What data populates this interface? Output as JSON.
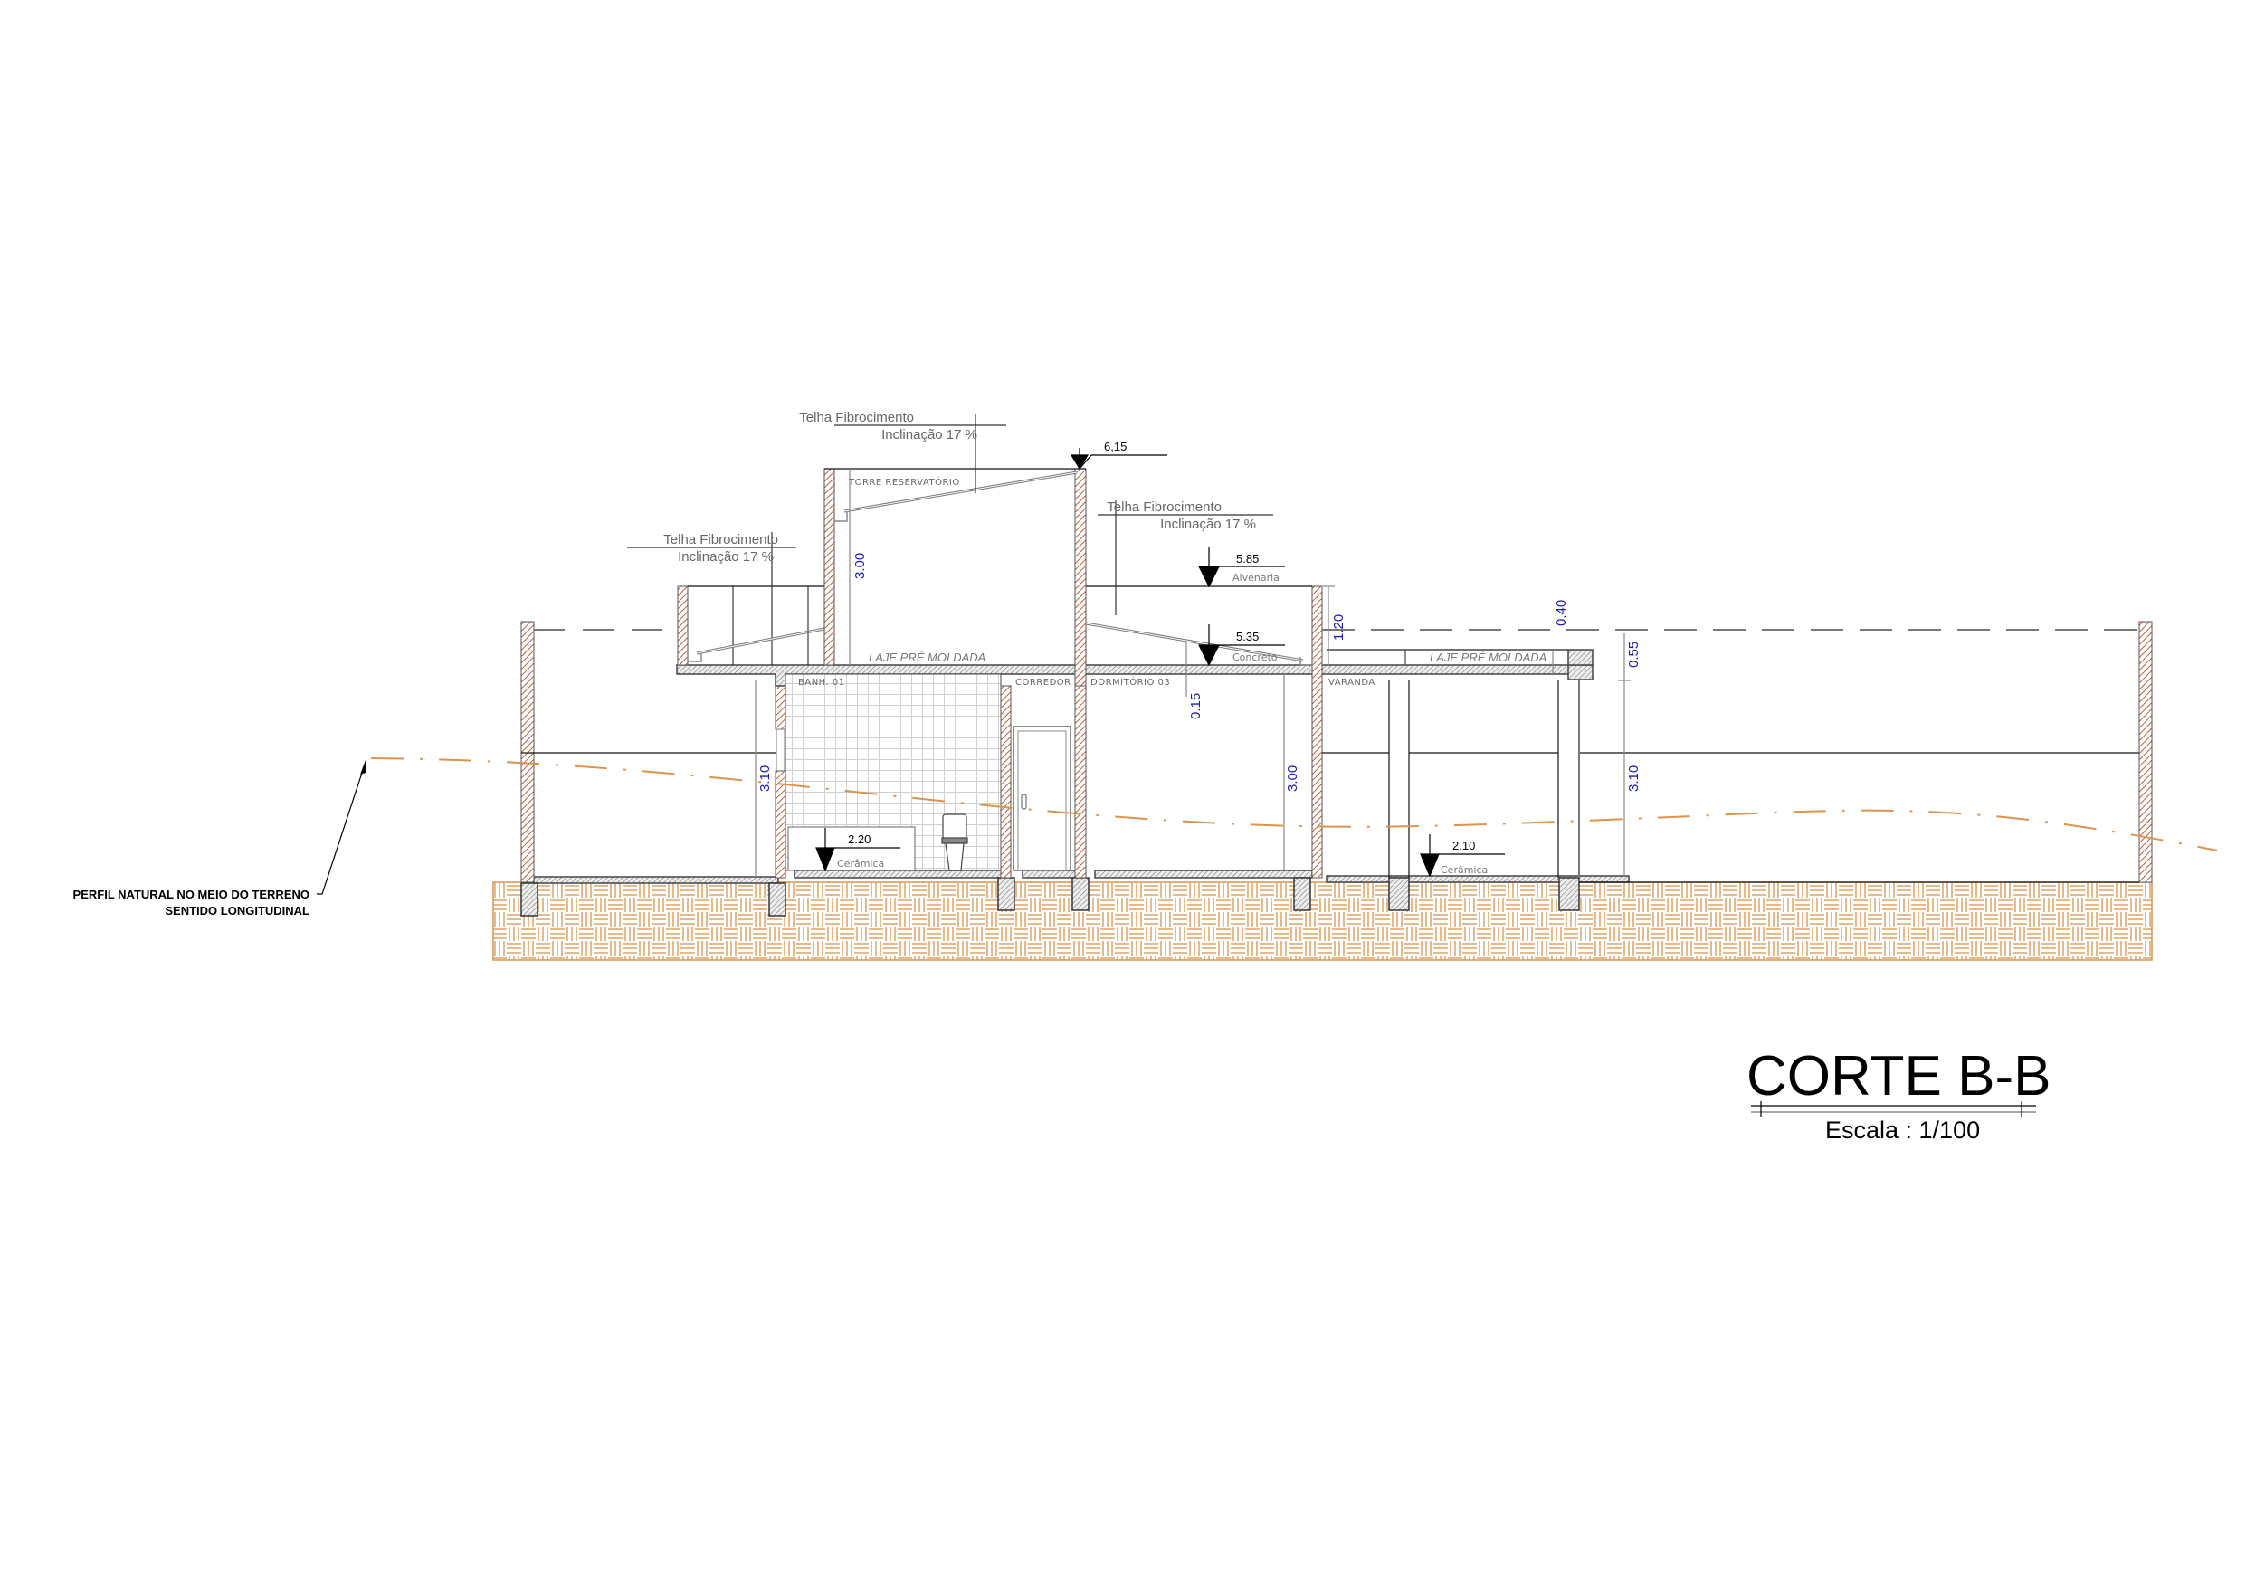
{
  "drawing": {
    "title": "CORTE B-B",
    "scale_label": "Escala : 1/100"
  },
  "roof_notes": [
    {
      "line1": "Telha Fibrocimento",
      "line2": "Inclinação 17 %"
    },
    {
      "line1": "Telha Fibrocimento",
      "line2": "Inclinação 17 %"
    },
    {
      "line1": "Telha Fibrocimento",
      "line2": "Inclinação 17 %"
    }
  ],
  "levels": [
    {
      "value": "6,15",
      "material": ""
    },
    {
      "value": "5.85",
      "material": "Alvenaria"
    },
    {
      "value": "5.35",
      "material": "Concreto"
    },
    {
      "value": "2.20",
      "material": "Cerâmica"
    },
    {
      "value": "2.10",
      "material": "Cerâmica"
    }
  ],
  "rooms": {
    "tower": "TORRE RESERVATÓRIO",
    "bath": "BANH. 01",
    "corridor": "CORREDOR",
    "bedroom": "DORMITÓRIO 03",
    "porch": "VARANDA"
  },
  "slab_labels": {
    "left": "LAJE PRÉ MOLDADA",
    "right": "LAJE PRÉ MOLDADA"
  },
  "dimensions": {
    "tower_height": "3.00",
    "left_room_height": "3.10",
    "bedroom_height": "3.00",
    "slab_offset": "0.15",
    "parapet": "1.20",
    "right_top": "0.40",
    "right_parapet": "0.55",
    "right_height": "3.10"
  },
  "terrain_note": {
    "line1": "PERFIL NATURAL NO MEIO DO TERRENO",
    "line2": "SENTIDO LONGITUDINAL"
  },
  "colors": {
    "wall_hatch": "#c0603a",
    "terrain": "#d9944f",
    "dimension": "#1a1ab8",
    "concrete": "#888888"
  }
}
